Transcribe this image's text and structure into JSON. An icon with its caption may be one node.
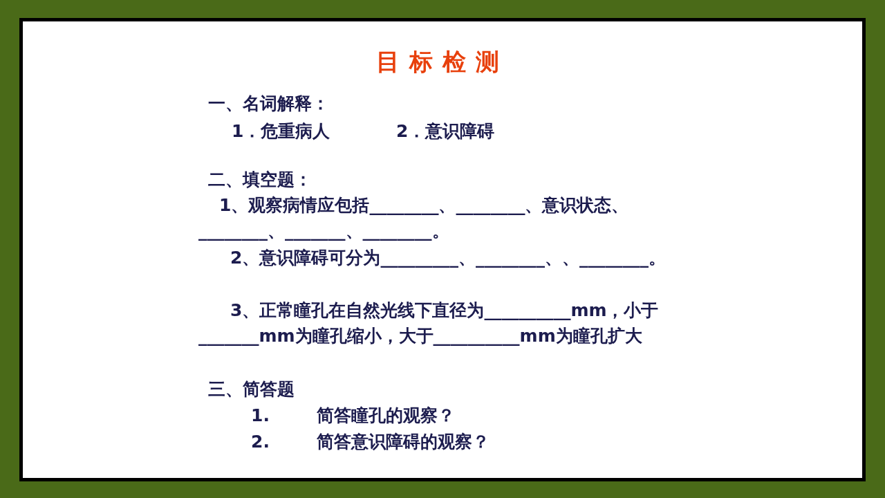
{
  "diagram": {
    "title": "目标检测",
    "labels": [
      "一、名词解释：",
      "1．危重病人",
      "2．意识障碍",
      "二、填空题：",
      "1、观察病情应包括________、________、意识状态、________、_______、________。",
      "2、意识障碍可分为_________、________、、________。",
      "3、正常瞳孔在自然光线下直径为__________mm，小于_______mm为瞳孔缩小，大于__________mm为瞳孔扩大",
      "三、简答题",
      "1.",
      "简答瞳孔的观察？",
      "2.",
      "简答意识障碍的观察？"
    ]
  }
}
